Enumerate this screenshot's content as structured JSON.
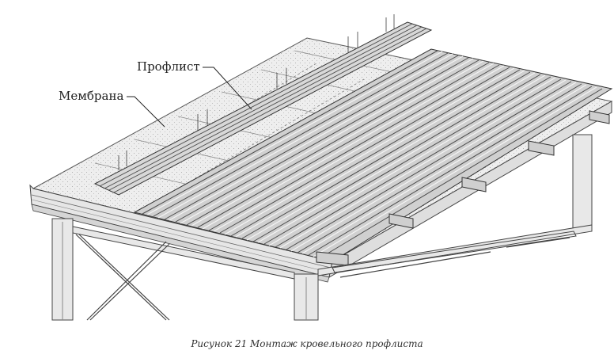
{
  "labels": {
    "profile_sheet": "Профлист",
    "membrane": "Мембрана"
  },
  "caption": "Рисунок 21 Монтаж кровельного профлиста"
}
